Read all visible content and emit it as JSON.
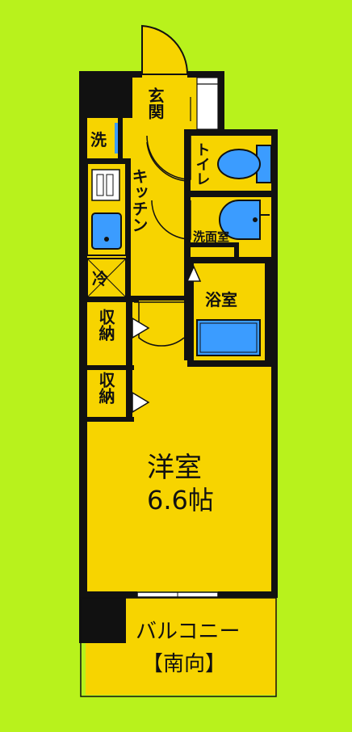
{
  "rooms": {
    "entrance": "玄関",
    "washing": "洗",
    "toilet": "トイレ",
    "kitchen": "キッチン",
    "washroom": "洗面室",
    "fridge": "冷",
    "bath": "浴室",
    "storage1": "収納",
    "storage2": "収納",
    "western_room": "洋室",
    "western_size": "6.6帖",
    "balcony": "バルコニー",
    "balcony_dir": "【南向】"
  },
  "colors": {
    "background": "#b8f21c",
    "floor": "#f7d400",
    "wall": "#111111",
    "fixture": "#3b9cff"
  }
}
